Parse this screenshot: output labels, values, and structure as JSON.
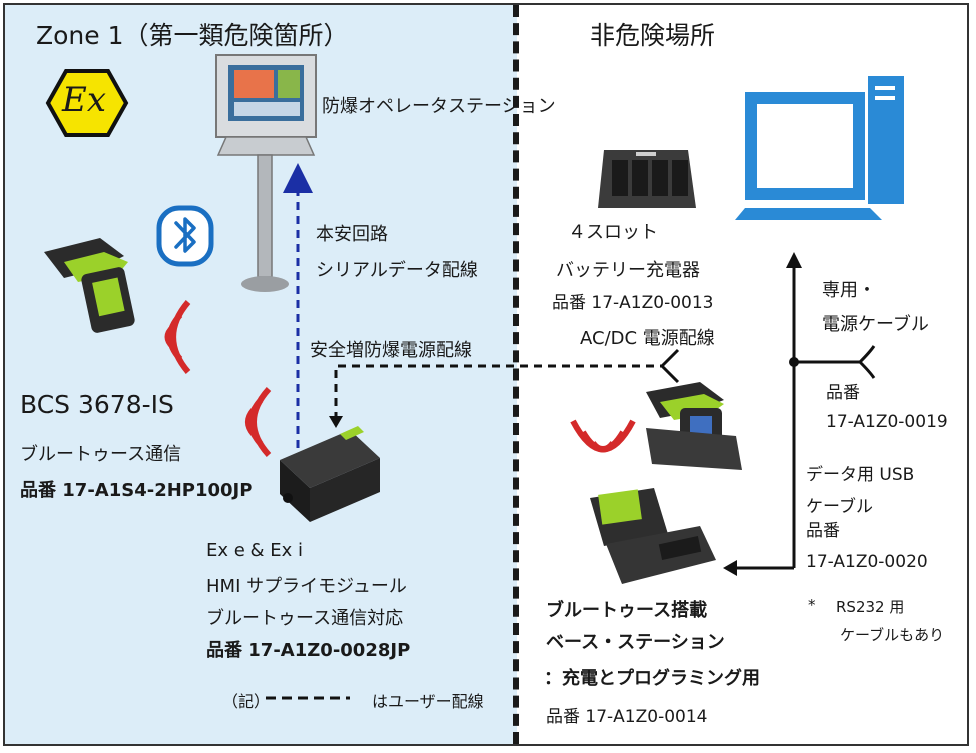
{
  "zones": {
    "hazardous_title": "Zone 1（第一類危険箇所）",
    "safe_title": "非危険場所"
  },
  "ex_mark": "Ex",
  "station": {
    "label": "防爆オペレータステーション"
  },
  "circuit": {
    "line1": "本安回路",
    "line2": "シリアルデータ配線"
  },
  "power_wiring": "安全増防爆電源配線",
  "scanner": {
    "model": "BCS 3678-IS",
    "comm": "ブルートゥース通信",
    "part": "品番 17-A1S4-2HP100JP"
  },
  "hmi": {
    "line1": "Ex e & Ex i",
    "line2": "HMI サプライモジュール",
    "line3": "ブルートゥース通信対応",
    "part": "品番 17-A1Z0-0028JP"
  },
  "legend": {
    "prefix": "（記）",
    "suffix": "はユーザー配線"
  },
  "charger": {
    "line1": "４スロット",
    "line2": "バッテリー充電器",
    "part": "品番 17-A1Z0-0013"
  },
  "acdc": "AC/DC 電源配線",
  "cable_power": {
    "line1": "専用・",
    "line2": "電源ケーブル",
    "part_label": "品番",
    "part": "17-A1Z0-0019"
  },
  "usb": {
    "line1": "データ用 USB",
    "line2": "ケーブル",
    "part_label": "品番",
    "part": "17-A1Z0-0020"
  },
  "rs232": {
    "star": "*",
    "line1": "RS232 用",
    "line2": "ケーブルもあり"
  },
  "base": {
    "line1": "ブルートゥース搭載",
    "line2": "ベース・ステーション",
    "line3": "：充電とプログラミング用",
    "part": "品番 17-A1Z0-0014"
  },
  "colors": {
    "zone1_bg": "#dcedf8",
    "ex_yellow": "#f6e400",
    "bluetooth_blue": "#1a6fc2",
    "signal_red": "#d42a2a",
    "circuit_blue": "#1b2fa5",
    "scanner_green": "#9bd12a",
    "monitor_blue": "#2a8ad6"
  }
}
